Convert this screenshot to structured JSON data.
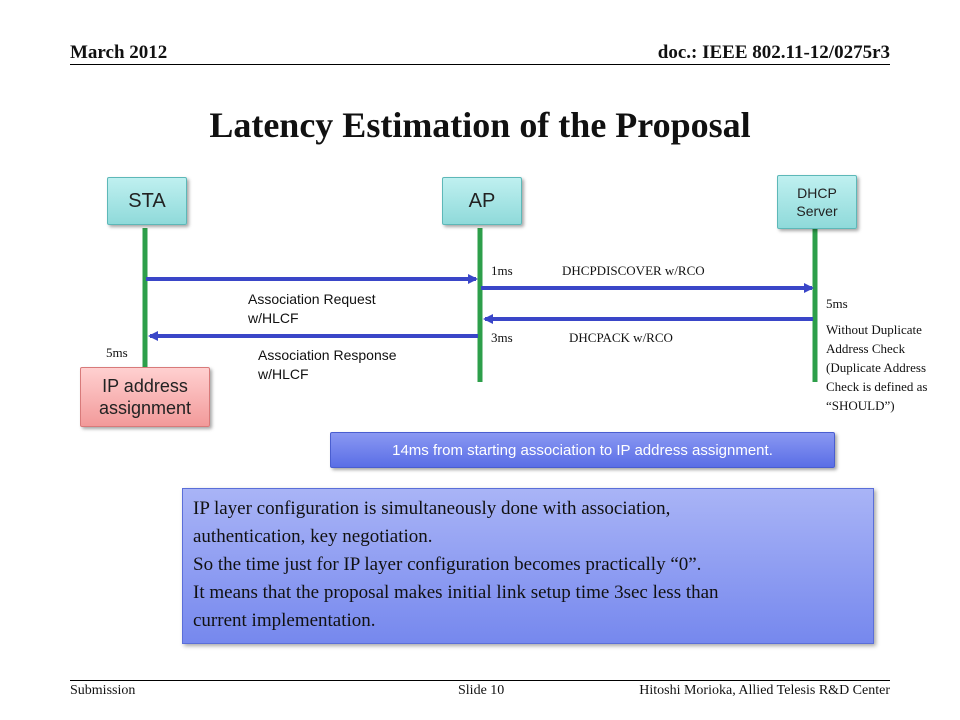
{
  "header": {
    "date": "March 2012",
    "doc": "doc.: IEEE 802.11-12/0275r3"
  },
  "title": "Latency Estimation of the Proposal",
  "entities": {
    "sta": "STA",
    "ap": "AP",
    "dhcp_line1": "DHCP",
    "dhcp_line2": "Server"
  },
  "ip_box": {
    "line1": "IP address",
    "line2": "assignment"
  },
  "labels": {
    "assoc_req_1": "Association Request",
    "assoc_req_2": "w/HLCF",
    "assoc_resp_1": "Association Response",
    "assoc_resp_2": "w/HLCF",
    "sta_time": "5ms",
    "discover_time": "1ms",
    "discover": "DHCPDISCOVER w/RCO",
    "ack_time": "3ms",
    "ack": "DHCPACK w/RCO",
    "dhcp_time": "5ms",
    "dup_1": "Without Duplicate",
    "dup_2": "Address Check",
    "dup_3": "(Duplicate Address",
    "dup_4": "Check is defined as",
    "dup_5": "“SHOULD”)"
  },
  "summary": "14ms from starting association to IP address assignment.",
  "notes": [
    "IP layer configuration is simultaneously done with association,",
    "authentication, key negotiation.",
    "So the time just for IP layer configuration becomes practically “0”.",
    "It means that the proposal makes initial link setup time 3sec less than",
    "current implementation."
  ],
  "footer": {
    "left": "Submission",
    "center": "Slide 10",
    "right": "Hitoshi Morioka, Allied Telesis R&D Center"
  },
  "colors": {
    "arrow": "#3a46c8",
    "lifeline": "#2d9f4a"
  }
}
